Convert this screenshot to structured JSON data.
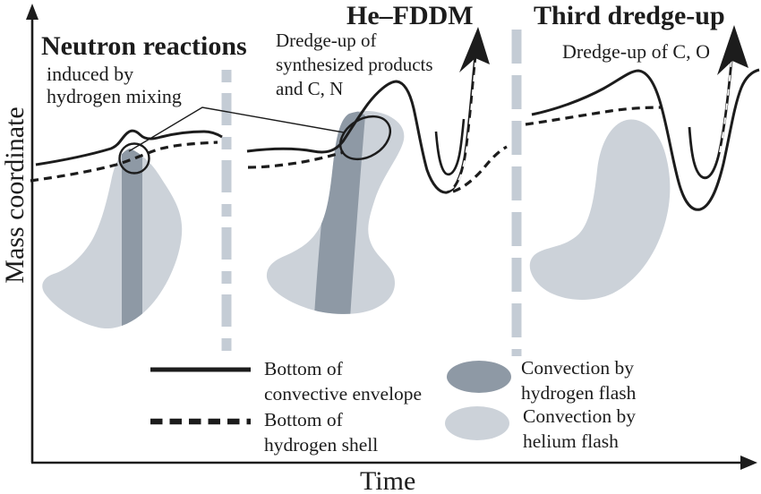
{
  "colors": {
    "line": "#1c1c1c",
    "light_gray": "#ccd2d9",
    "dark_gray": "#8e99a5",
    "separator_gray": "#c4ccd5",
    "background": "#ffffff"
  },
  "axes": {
    "y_label": "Mass coordinate",
    "x_label": "Time"
  },
  "panels": [
    {
      "title": "Neutron reactions",
      "subtitle": [
        "induced by",
        "hydrogen mixing"
      ]
    },
    {
      "title": "He–FDDM",
      "subtitle": [
        "Dredge-up of",
        "synthesized products",
        "and C, N"
      ]
    },
    {
      "title": "Third dredge-up",
      "subtitle": [
        "Dredge-up of C, O"
      ]
    }
  ],
  "legend": {
    "line_items": [
      {
        "style": "solid",
        "lines": [
          "Bottom of",
          "convective envelope"
        ]
      },
      {
        "style": "dashed",
        "lines": [
          "Bottom of",
          "hydrogen shell"
        ]
      }
    ],
    "region_items": [
      {
        "style": "dark-ellipse",
        "lines": [
          "Convection by",
          "hydrogen flash"
        ]
      },
      {
        "style": "light-ellipse",
        "lines": [
          "Convection by",
          "helium flash"
        ]
      }
    ]
  }
}
